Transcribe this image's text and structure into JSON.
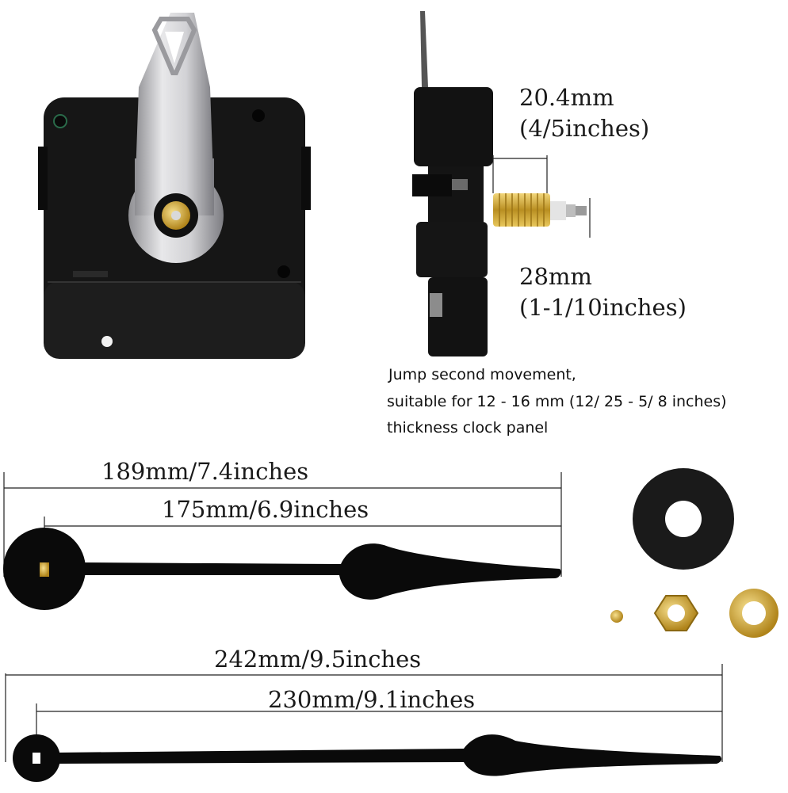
{
  "movement": {
    "depth_mm": "20.4mm",
    "depth_in": "(4/5inches)",
    "shaft_mm": "28mm",
    "shaft_in": "(1-1/10inches)",
    "caption_line1": "Jump second movement,",
    "caption_line2": "suitable for 12 - 16 mm (12/ 25 - 5/ 8 inches)",
    "caption_line3": "thickness clock panel"
  },
  "minute_hand_short": {
    "overall": "189mm/7.4inches",
    "center_to_tip": "175mm/6.9inches"
  },
  "minute_hand_long": {
    "overall": "242mm/9.5inches",
    "center_to_tip": "230mm/9.1inches"
  },
  "colors": {
    "movement_body": "#141414",
    "hanger_metal": "#c9c9cb",
    "brass": "#c9a33a",
    "hand_black": "#0a0a0a"
  }
}
